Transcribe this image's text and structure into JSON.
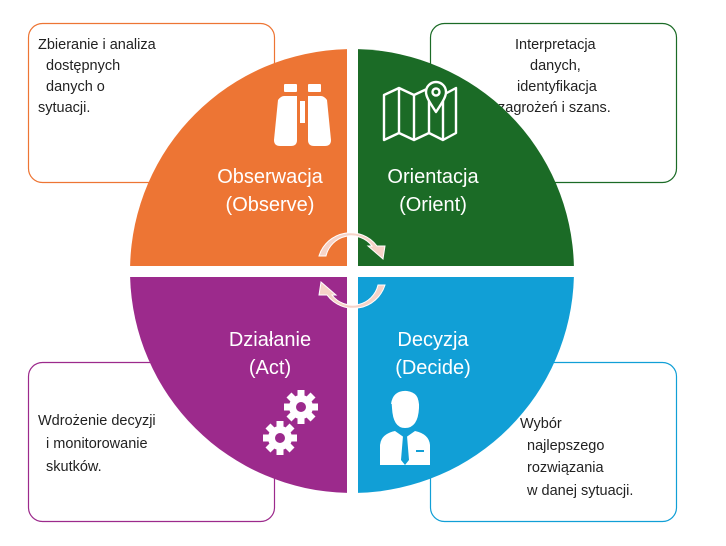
{
  "colors": {
    "observe": "#ED7534",
    "orient": "#1B6B26",
    "act": "#9C2A8C",
    "decide": "#119FD6",
    "arrows": "#F6D3C8"
  },
  "quadrants": {
    "observe": {
      "title": "Obserwacja",
      "subtitle": "(Observe)",
      "icon": "binoculars-icon"
    },
    "orient": {
      "title": "Orientacja",
      "subtitle": "(Orient)",
      "icon": "map-icon"
    },
    "act": {
      "title": "Działanie",
      "subtitle": "(Act)",
      "icon": "gears-icon"
    },
    "decide": {
      "title": "Decyzja",
      "subtitle": "(Decide)",
      "icon": "businessman-icon"
    }
  },
  "boxes": {
    "observe": [
      "Zbieranie i analiza",
      "dostępnych",
      "danych o",
      "sytuacji."
    ],
    "orient": [
      "Interpretacja",
      "danych,",
      "identyfikacja",
      "zagrożeń i szans."
    ],
    "act": [
      "Wdrożenie decyzji",
      "i monitorowanie",
      "skutków."
    ],
    "decide": [
      "Wybór",
      "najlepszego",
      "rozwiązania",
      "w danej sytuacji."
    ]
  }
}
